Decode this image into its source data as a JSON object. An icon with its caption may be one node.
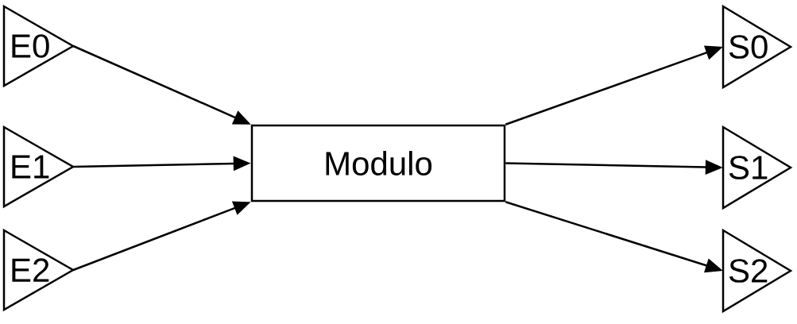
{
  "diagram": {
    "nodes": [
      {
        "text": [
          "E0"
        ]
      },
      {
        "text": [
          "E1"
        ]
      },
      {
        "text": [
          "E2"
        ]
      },
      {
        "text": [
          "Modulo"
        ]
      },
      {
        "text": [
          "S0"
        ]
      },
      {
        "text": [
          "S1"
        ]
      },
      {
        "text": [
          "S2"
        ]
      }
    ],
    "edges": [
      {
        "from": 0,
        "to": 3,
        "arrow": "to"
      },
      {
        "from": 1,
        "to": 3,
        "arrow": "to"
      },
      {
        "from": 2,
        "to": 3,
        "arrow": "to"
      },
      {
        "from": 3,
        "to": 4,
        "arrow": "to"
      },
      {
        "from": 3,
        "to": 5,
        "arrow": "to"
      },
      {
        "from": 3,
        "to": 6,
        "arrow": "to"
      }
    ]
  }
}
